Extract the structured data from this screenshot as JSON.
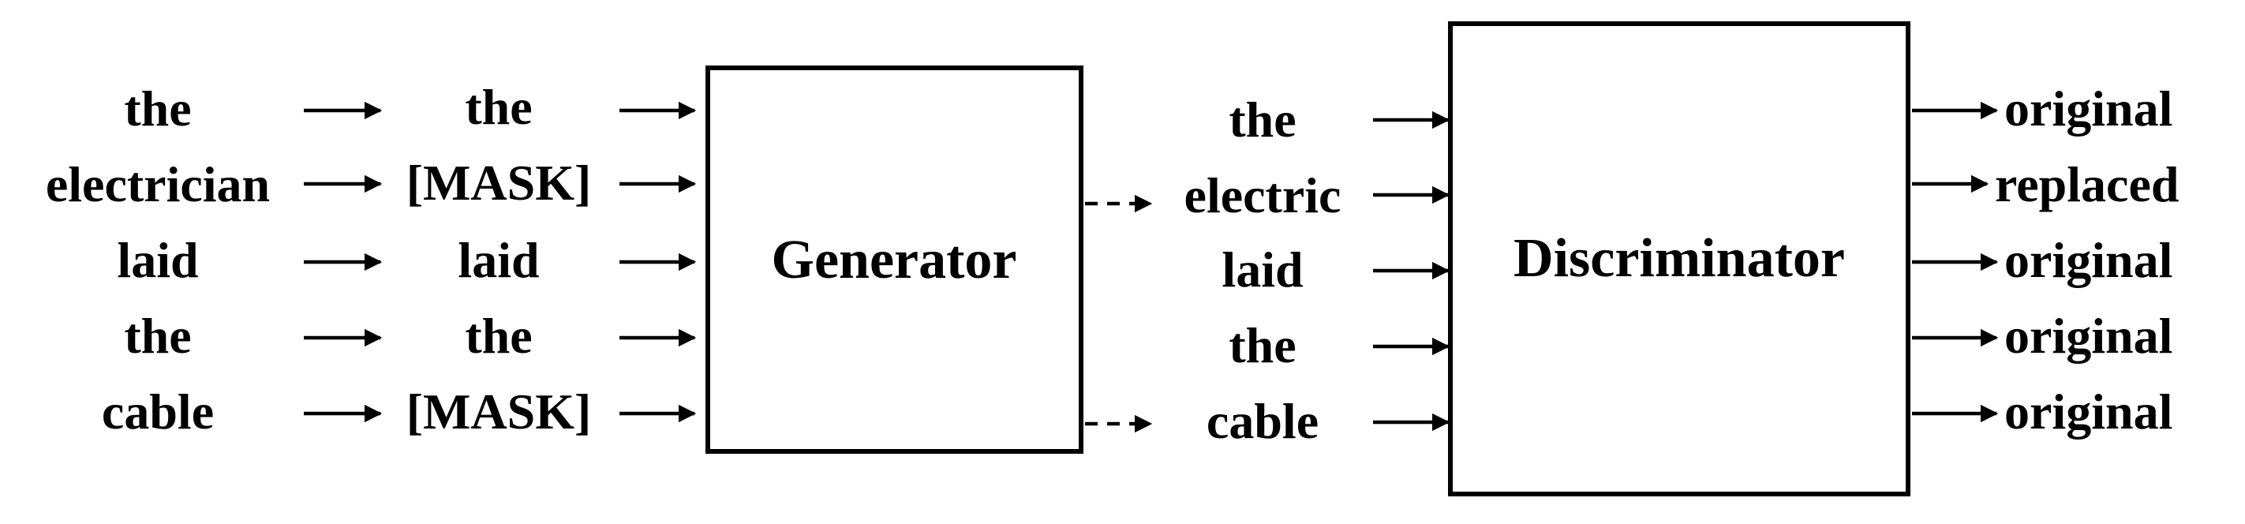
{
  "input_tokens": [
    "the",
    "electrician",
    "laid",
    "the",
    "cable"
  ],
  "masked_tokens": [
    "the",
    "[MASK]",
    "laid",
    "the",
    "[MASK]"
  ],
  "generator_label": "Generator",
  "generated_tokens": [
    "the",
    "electric",
    "laid",
    "the",
    "cable"
  ],
  "discriminator_label": "Discriminator",
  "output_labels": [
    "original",
    "replaced",
    "original",
    "original",
    "original"
  ]
}
